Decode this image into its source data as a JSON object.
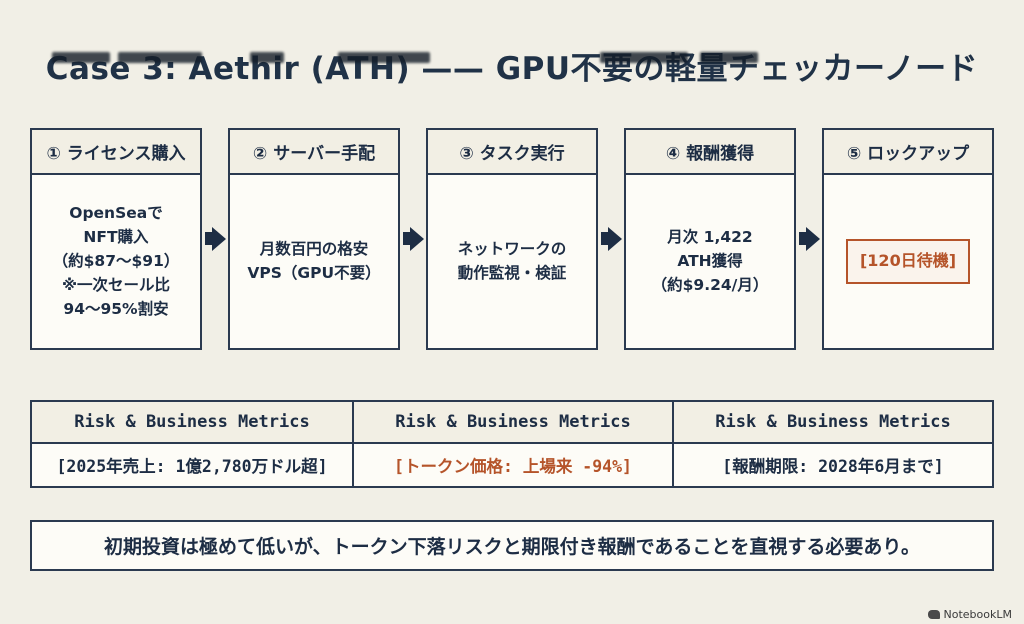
{
  "title": "Case 3: Aethir (ATH) —— GPU不要の軽量チェッカーノード",
  "flow": {
    "steps": [
      {
        "header": "① ライセンス購入",
        "body": "OpenSeaで\nNFT購入\n（約$87〜$91）\n※一次セール比\n94〜95%割安"
      },
      {
        "header": "② サーバー手配",
        "body": "月数百円の格安\nVPS（GPU不要）"
      },
      {
        "header": "③ タスク実行",
        "body": "ネットワークの\n動作監視・検証"
      },
      {
        "header": "④ 報酬獲得",
        "body": "月次 1,422\nATH獲得\n（約$9.24/月）"
      },
      {
        "header": "⑤ ロックアップ",
        "badge": "[120日待機]"
      }
    ]
  },
  "metrics": {
    "headers": [
      "Risk & Business Metrics",
      "Risk & Business Metrics",
      "Risk & Business Metrics"
    ],
    "values": [
      {
        "text": "[2025年売上: 1億2,780万ドル超]",
        "accent": false
      },
      {
        "text": "[トークン価格: 上場来 -94%]",
        "accent": true
      },
      {
        "text": "[報酬期限: 2028年6月まで]",
        "accent": false
      }
    ]
  },
  "summary": "初期投資は極めて低いが、トークン下落リスクと期限付き報酬であることを直視する必要あり。",
  "footer": {
    "brand": "NotebookLM"
  },
  "colors": {
    "accent": "#b5542a",
    "ink": "#1d2d44",
    "background": "#f1efe6"
  }
}
